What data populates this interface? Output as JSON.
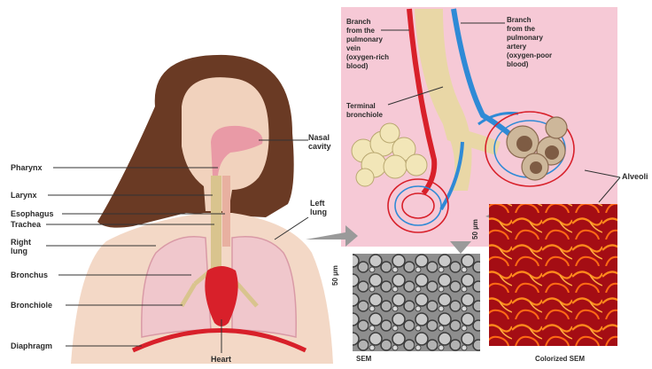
{
  "labels": {
    "pharynx": "Pharynx",
    "larynx": "Larynx",
    "esophagus": "Esophagus",
    "trachea": "Trachea",
    "right_lung": "Right\nlung",
    "bronchus": "Bronchus",
    "bronchiole": "Bronchiole",
    "diaphragm": "Diaphragm",
    "heart": "Heart",
    "nasal_cavity": "Nasal\ncavity",
    "left_lung": "Left\nlung",
    "branch_pulmonary_vein": "Branch\nfrom the\npulmonary\nvein\n(oxygen-rich\nblood)",
    "branch_pulmonary_artery": "Branch\nfrom the\npulmonary\nartery\n(oxygen-poor\nblood)",
    "terminal_bronchiole": "Terminal\nbronchiole",
    "alveoli": "Alveoli",
    "scale_top": "50 µm",
    "scale_mid": "50 µm",
    "sem_caption": "SEM",
    "colorized_sem_caption": "Colorized SEM"
  },
  "colors": {
    "inset_background": "#f6c9d6",
    "artery_blue": "#2f8ad6",
    "vein_red": "#d8202a",
    "bronchiole_tan": "#e9d7a6",
    "alveoli_cream": "#f2e6b8",
    "skin": "#f1d2bd",
    "hair": "#6a3a24",
    "sem_red": "#c0121a",
    "sem_orange": "#ff7a1c"
  }
}
